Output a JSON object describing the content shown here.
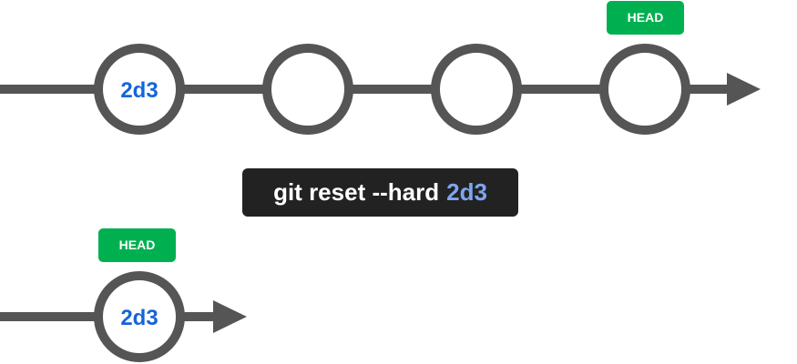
{
  "colors": {
    "line": "#555555",
    "commit_text": "#1565d8",
    "head_badge": "#00b050",
    "head_text": "#ffffff",
    "command_bg": "#222222",
    "command_text": "#ffffff",
    "command_hash": "#7da6f0"
  },
  "before": {
    "commits": [
      {
        "label": "2d3"
      },
      {
        "label": ""
      },
      {
        "label": ""
      },
      {
        "label": ""
      }
    ],
    "head_label": "HEAD",
    "head_commit_index": 3
  },
  "command": {
    "text": "git reset --hard",
    "target": "2d3"
  },
  "after": {
    "commits": [
      {
        "label": "2d3"
      }
    ],
    "head_label": "HEAD",
    "head_commit_index": 0
  }
}
